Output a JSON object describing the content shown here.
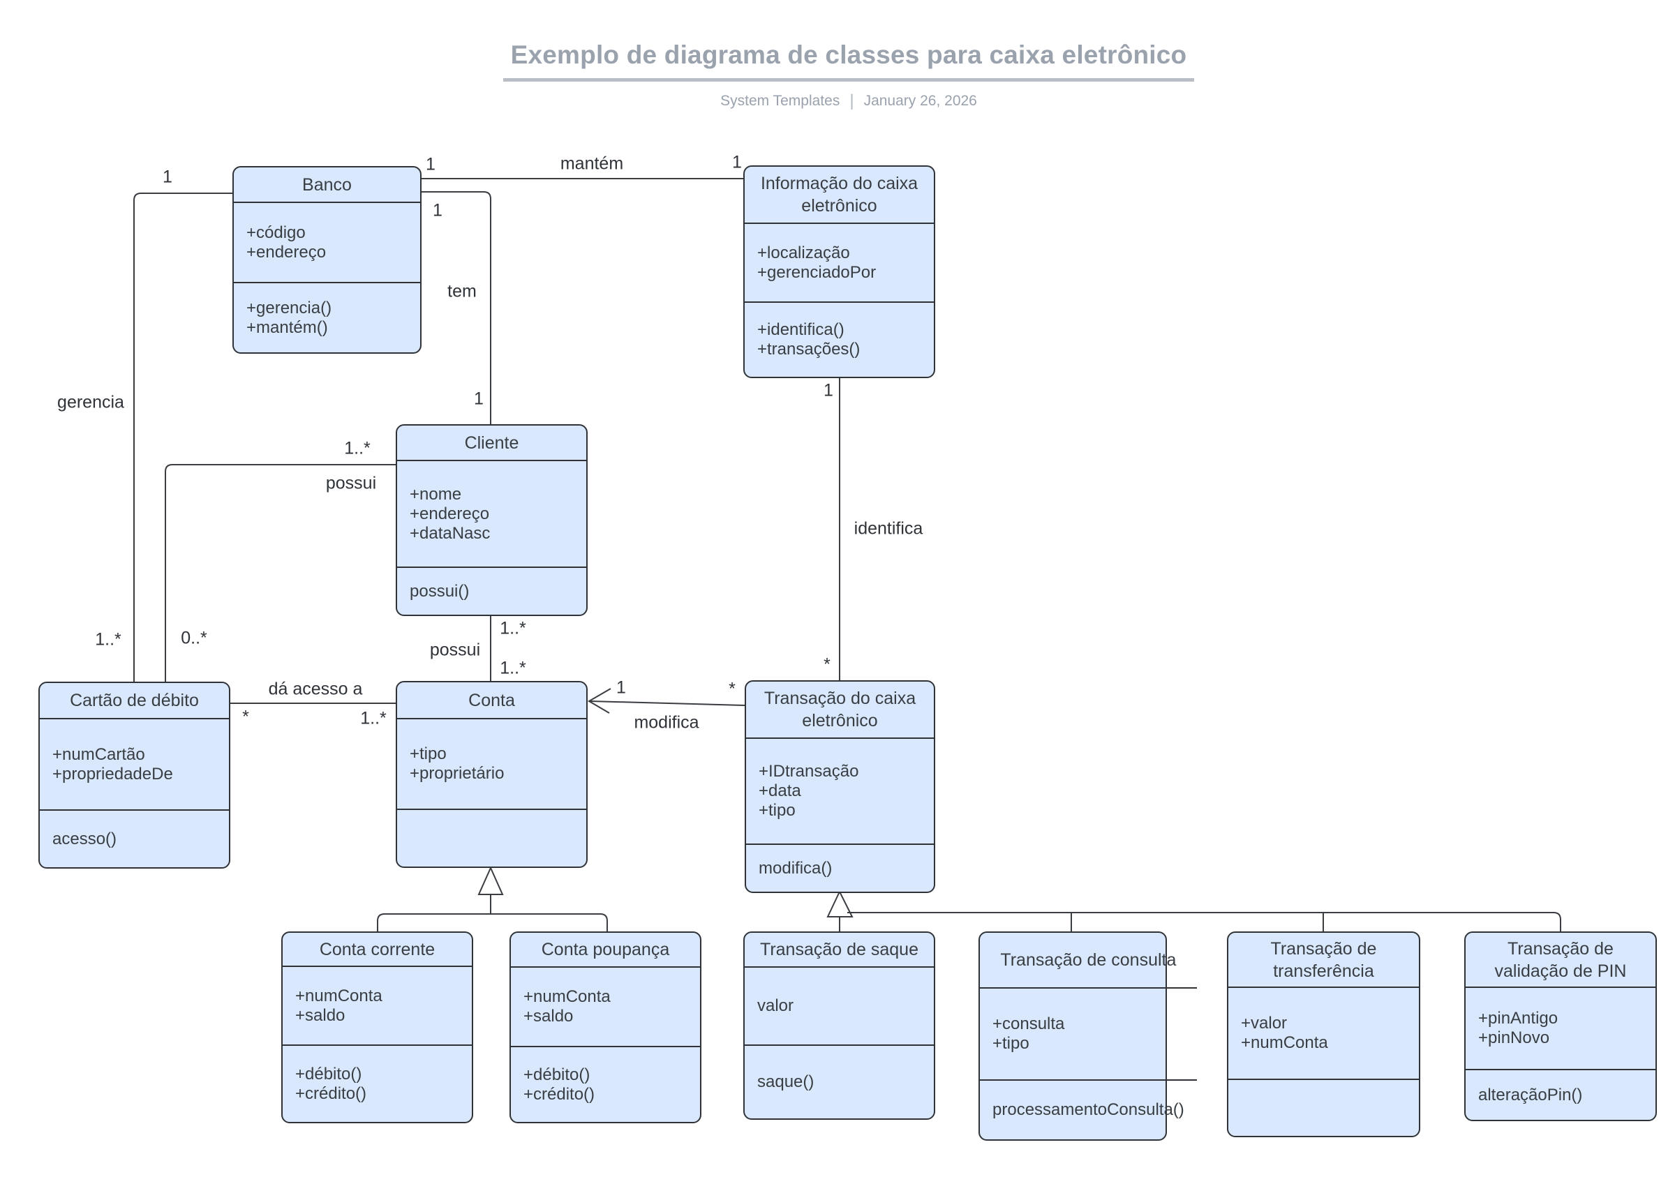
{
  "header": {
    "title": "Exemplo de diagrama de classes para caixa eletrônico",
    "source": "System Templates",
    "separator": "|",
    "date": "January 26, 2026"
  },
  "classes": {
    "banco": {
      "name": "Banco",
      "attributes": [
        "+código",
        "+endereço"
      ],
      "methods": [
        "+gerencia()",
        "+mantém()"
      ]
    },
    "info_caixa": {
      "name": "Informação do caixa eletrônico",
      "attributes": [
        "+localização",
        "+gerenciadoPor"
      ],
      "methods": [
        "+identifica()",
        "+transações()"
      ]
    },
    "cliente": {
      "name": "Cliente",
      "attributes": [
        "+nome",
        "+endereço",
        "+dataNasc"
      ],
      "methods": [
        "possui()"
      ]
    },
    "cartao_debito": {
      "name": "Cartão de débito",
      "attributes": [
        "+numCartão",
        "+propriedadeDe"
      ],
      "methods": [
        "acesso()"
      ]
    },
    "conta": {
      "name": "Conta",
      "attributes": [
        "+tipo",
        "+proprietário"
      ],
      "methods": []
    },
    "transacao_caixa": {
      "name": "Transação do caixa eletrônico",
      "attributes": [
        "+IDtransação",
        "+data",
        "+tipo"
      ],
      "methods": [
        "modifica()"
      ]
    },
    "conta_corrente": {
      "name": "Conta corrente",
      "attributes": [
        "+numConta",
        "+saldo"
      ],
      "methods": [
        "+débito()",
        "+crédito()"
      ]
    },
    "conta_poupanca": {
      "name": "Conta poupança",
      "attributes": [
        "+numConta",
        "+saldo"
      ],
      "methods": [
        "+débito()",
        "+crédito()"
      ]
    },
    "transacao_saque": {
      "name": "Transação de saque",
      "attributes": [
        "valor"
      ],
      "methods": [
        "saque()"
      ]
    },
    "transacao_consulta": {
      "name": "Transação de consulta",
      "attributes": [
        "+consulta",
        "+tipo"
      ],
      "methods": [
        "processamentoConsulta()"
      ]
    },
    "transacao_transferencia": {
      "name": "Transação de transferência",
      "attributes": [
        "+valor",
        "+numConta"
      ],
      "methods": []
    },
    "transacao_validacao_pin": {
      "name": "Transação de validação de PIN",
      "attributes": [
        "+pinAntigo",
        "+pinNovo"
      ],
      "methods": [
        "alteraçãoPin()"
      ]
    }
  },
  "edge_labels": {
    "gerencia": "gerencia",
    "mantem": "mantém",
    "tem": "tem",
    "possui_cartao": "possui",
    "possui_conta": "possui",
    "da_acesso": "dá acesso a",
    "modifica": "modifica",
    "identifica": "identifica"
  },
  "multiplicities": {
    "gerencia_banco": "1",
    "gerencia_cartao": "1..*",
    "mantem_banco": "1",
    "mantem_info": "1",
    "tem_banco": "1",
    "tem_cliente": "1",
    "possui_cliente": "1..*",
    "possui_cartao_end": "0..*",
    "possui_conta_cliente": "1..*",
    "possui_conta_end": "1..*",
    "da_acesso_cartao": "*",
    "da_acesso_conta": "1..*",
    "modifica_conta": "1",
    "modifica_transacao": "*",
    "identifica_info": "1",
    "identifica_transacao": "*"
  }
}
